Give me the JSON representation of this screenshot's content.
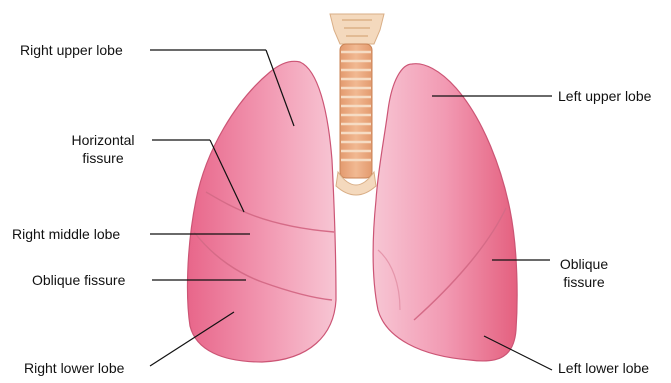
{
  "diagram": {
    "labels": {
      "right_upper_lobe": "Right upper lobe",
      "horizontal_fissure_line1": "Horizontal",
      "horizontal_fissure_line2": "fissure",
      "right_middle_lobe": "Right middle lobe",
      "oblique_fissure_right": "Oblique fissure",
      "right_lower_lobe": "Right lower lobe",
      "left_upper_lobe": "Left upper lobe",
      "oblique_fissure_left_line1": "Oblique",
      "oblique_fissure_left_line2": "fissure",
      "left_lower_lobe": "Left lower lobe"
    },
    "colors": {
      "lung_light": "#f7c3d2",
      "lung_mid": "#f08ea9",
      "lung_dark": "#e4607f",
      "lung_outline": "#c94a6a",
      "trachea_ring": "#e9a77a",
      "trachea_gap": "#f6dcc4",
      "larynx": "#f4d9bd",
      "leader_line": "#111111"
    }
  }
}
